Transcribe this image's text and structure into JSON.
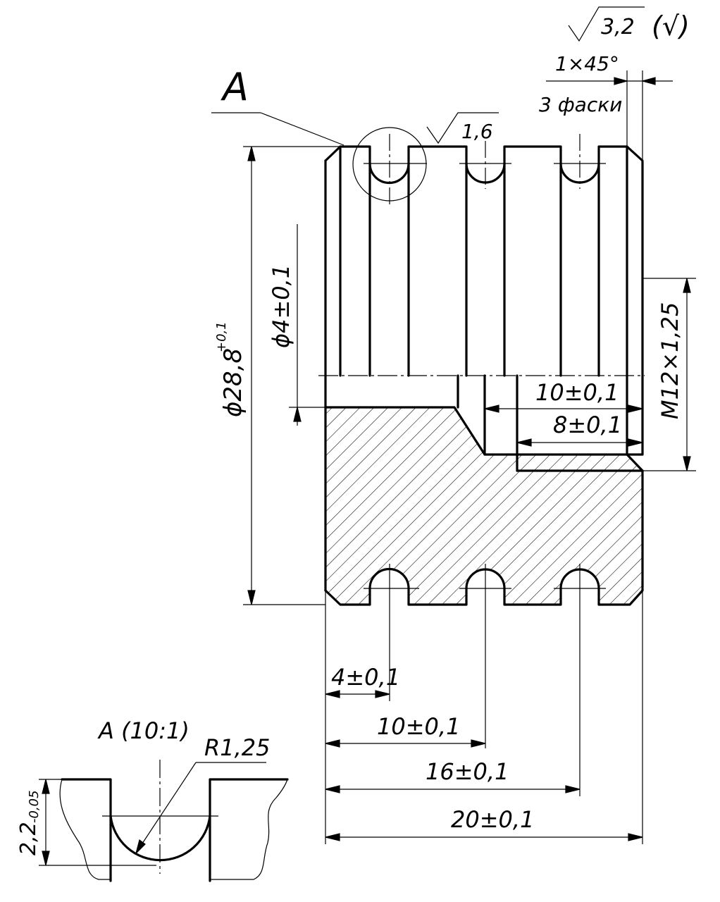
{
  "view_label": "A",
  "detail_label": "A (10:1)",
  "roughness": {
    "general_value": "3,2",
    "general_mark": "(√)",
    "groove_value": "1,6"
  },
  "chamfer": {
    "size": "1×45°",
    "note": "3 фаски"
  },
  "dimensions": {
    "outer_diameter": "ϕ28,8",
    "outer_diameter_tol": "+0,1",
    "hole_diameter": "ϕ4±0,1",
    "thread": "M12×1,25",
    "bore_depth": "10±0,1",
    "thread_depth": "8±0,1",
    "groove_pos_1": "4±0,1",
    "groove_pos_2": "10±0,1",
    "groove_pos_3": "16±0,1",
    "total_length": "20±0,1"
  },
  "detail": {
    "radius": "R1,25",
    "depth": "2,2",
    "depth_tol": "-0,05"
  }
}
